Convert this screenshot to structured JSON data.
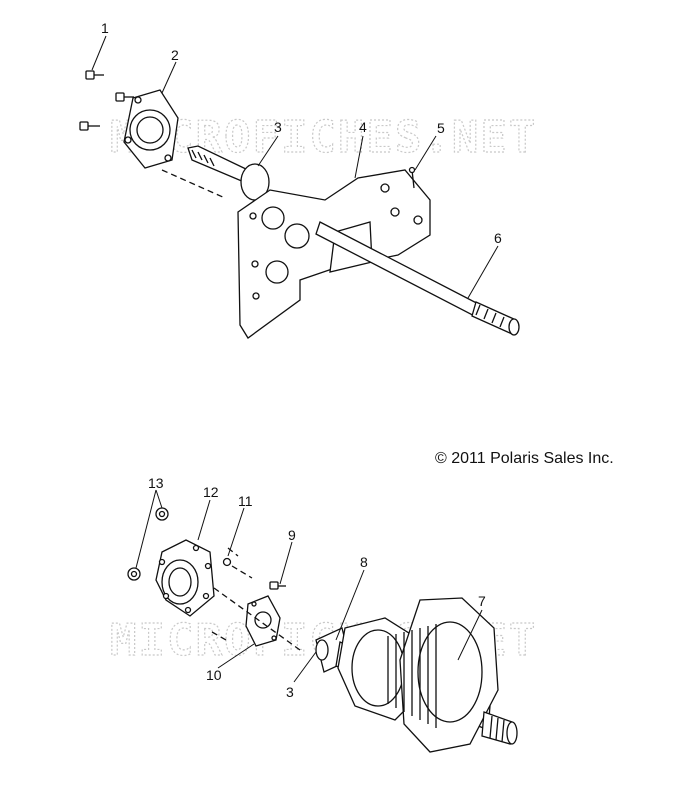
{
  "watermark": "MICROFICHES.NET",
  "copyright": "© 2011 Polaris Sales Inc.",
  "callouts": {
    "c1": "1",
    "c2": "2",
    "c3a": "3",
    "c4": "4",
    "c5": "5",
    "c6": "6",
    "c7": "7",
    "c8": "8",
    "c9": "9",
    "c10": "10",
    "c11": "11",
    "c12": "12",
    "c13": "13",
    "c3b": "3"
  },
  "colors": {
    "line": "#111111",
    "watermark": "#c9c9c9"
  }
}
